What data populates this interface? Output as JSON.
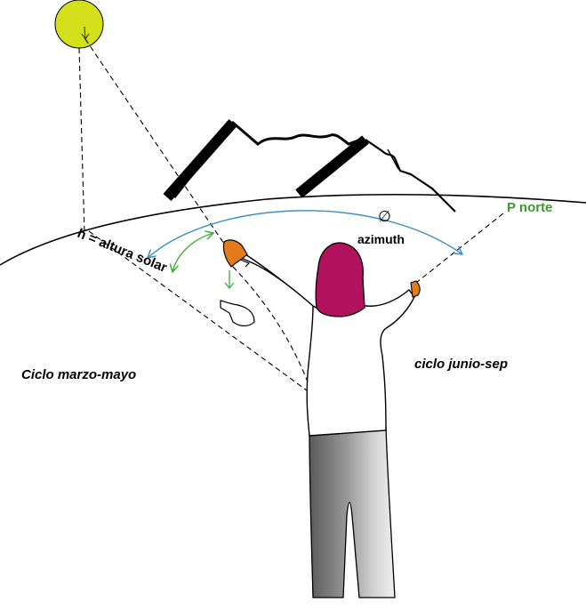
{
  "labels": {
    "north": "P norte",
    "azimuth": "azimuth",
    "azimuth_symbol": "∅",
    "solar_height": "h = altura solar",
    "cycle_left": "Ciclo marzo-mayo",
    "cycle_right": "ciclo junio-sep"
  },
  "colors": {
    "sun": "#d4e11a",
    "north_label": "#3a9a2a",
    "azimuth_arc": "#3b8fc4",
    "altitude_arc": "#3fae3a",
    "hair": "#b0125e",
    "hands": "#e47b1a",
    "mountains": "#000000",
    "shirt": "#ffffff",
    "trousers": "#808080"
  }
}
